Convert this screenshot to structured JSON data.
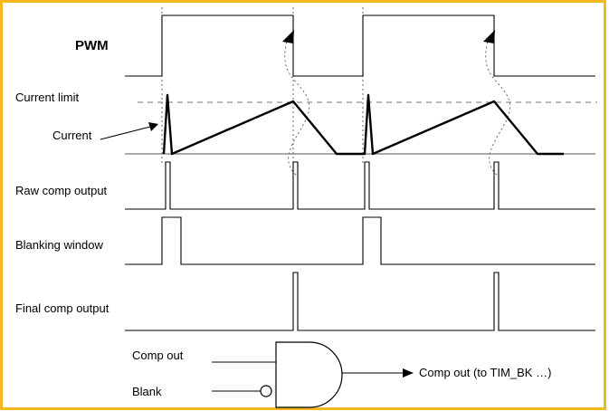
{
  "labels": {
    "pwm": "PWM",
    "current_limit": "Current limit",
    "current": "Current",
    "raw_comp_output": "Raw comp output",
    "blanking_window": "Blanking window",
    "final_comp_output": "Final comp output",
    "comp_out": "Comp out",
    "blank": "Blank",
    "gate_output": "Comp out (to TIM_BK …)"
  },
  "colors": {
    "frame_border": "#f2b81c",
    "trace": "#000000",
    "limit_line": "#777777"
  },
  "icons": {
    "gate": "and-gate-icon",
    "inverter_bubble": "inverter-bubble-icon"
  }
}
